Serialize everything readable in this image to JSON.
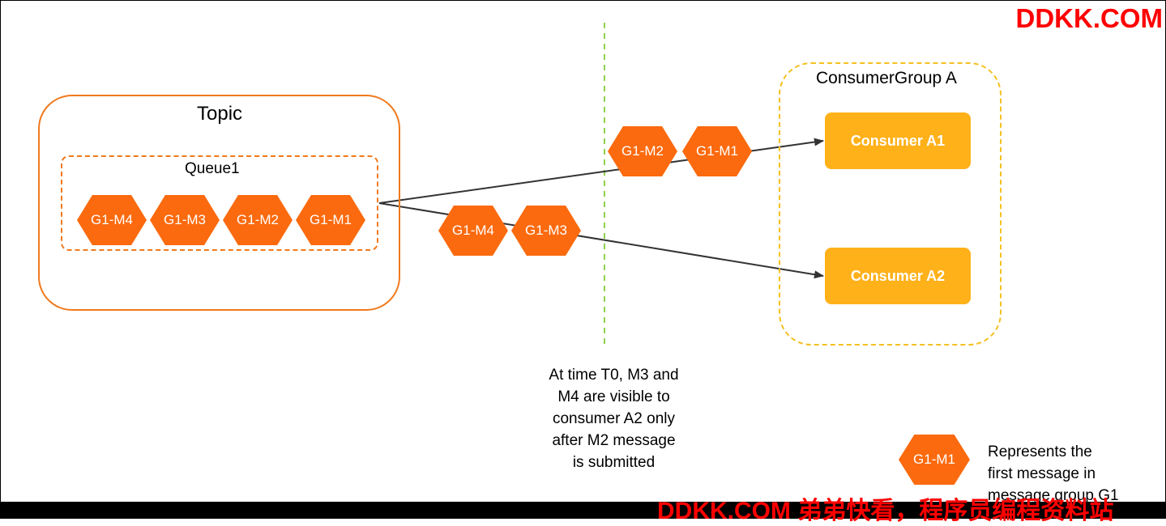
{
  "topic": {
    "title": "Topic",
    "queue": {
      "label": "Queue1",
      "messages": [
        "G1-M4",
        "G1-M3",
        "G1-M2",
        "G1-M1"
      ]
    }
  },
  "flow_upper": {
    "messages": [
      "G1-M2",
      "G1-M1"
    ]
  },
  "flow_lower": {
    "messages": [
      "G1-M4",
      "G1-M3"
    ]
  },
  "consumer_group": {
    "title": "ConsumerGroup A",
    "consumers": [
      "Consumer A1",
      "Consumer A2"
    ]
  },
  "note": {
    "lines": [
      "At time T0, M3 and",
      "M4 are visible to",
      "consumer A2 only",
      "after M2 message",
      "is submitted"
    ]
  },
  "legend": {
    "hex_label": "G1-M1",
    "text_lines": [
      "Represents the",
      "first message in",
      "message group G1"
    ]
  },
  "watermark": {
    "top": "DDKK.COM",
    "bottom": "DDKK.COM 弟弟快看，程序员编程资料站"
  },
  "colors": {
    "message_hex": "#fb6a0e",
    "topic_border": "#f07a1e",
    "consumer": "#ffb11a",
    "group_border": "#f5c020",
    "timeline": "#8fd14f",
    "watermark": "#ff0000"
  }
}
